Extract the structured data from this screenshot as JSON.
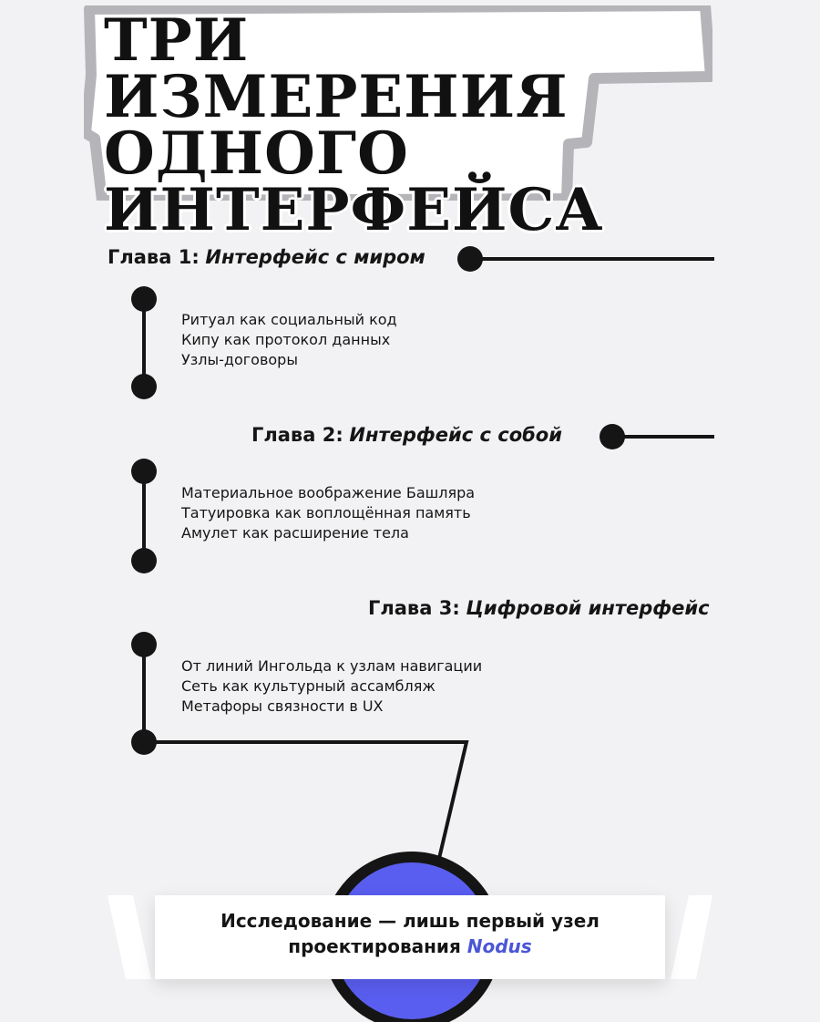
{
  "title": {
    "lines": [
      "ТРИ ИЗМЕРЕНИЯ",
      "ОДНОГО",
      "ИНТЕРФЕЙСА"
    ]
  },
  "chapters": [
    {
      "prefix": "Глава 1:",
      "name": "Интерфейс с миром",
      "items": [
        "Ритуал как социальный код",
        "Кипу как протокол данных",
        "Узлы-договоры"
      ]
    },
    {
      "prefix": "Глава 2:",
      "name": "Интерфейс с собой",
      "items": [
        "Материальное воображение Башляра",
        "Татуировка как воплощённая память",
        "Амулет как расширение тела"
      ]
    },
    {
      "prefix": "Глава 3:",
      "name": "Цифровой интерфейс",
      "items": [
        "От линий Ингольда к узлам навигации",
        "Сеть как культурный ассамбляж",
        "Метафоры связности в UX"
      ]
    }
  ],
  "footer": {
    "line1": "Исследование — лишь первый узел",
    "line2_prefix": "проектирования",
    "brand": "Nodus"
  },
  "colors": {
    "background": "#f2f2f4",
    "ink": "#151515",
    "accent": "#4a56d6",
    "title_outline": "#b5b5b9"
  },
  "icons": [
    "node-dot-icon",
    "core-node-icon"
  ]
}
